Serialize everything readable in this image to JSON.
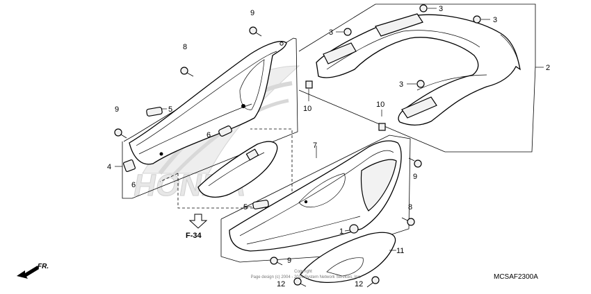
{
  "labels": {
    "c1": "1",
    "c2": "2",
    "c3a": "3",
    "c3b": "3",
    "c3c": "3",
    "c3d": "3",
    "c4": "4",
    "c5a": "5",
    "c5b": "5",
    "c6a": "6",
    "c6b": "6",
    "c7": "7",
    "c8a": "8",
    "c8b": "8",
    "c9a": "9",
    "c9b": "9",
    "c9c": "9",
    "c9d": "9",
    "c10a": "10",
    "c10b": "10",
    "c11": "11",
    "c12a": "12",
    "c12b": "12"
  },
  "reference": "F-34",
  "front": "FR.",
  "drawing_code": "MCSAF2300A",
  "watermark": "HONDA",
  "copyright_line1": "Copyright",
  "copyright_line2": "Page design (c) 2004 - 2014 System Network Services, Inc."
}
